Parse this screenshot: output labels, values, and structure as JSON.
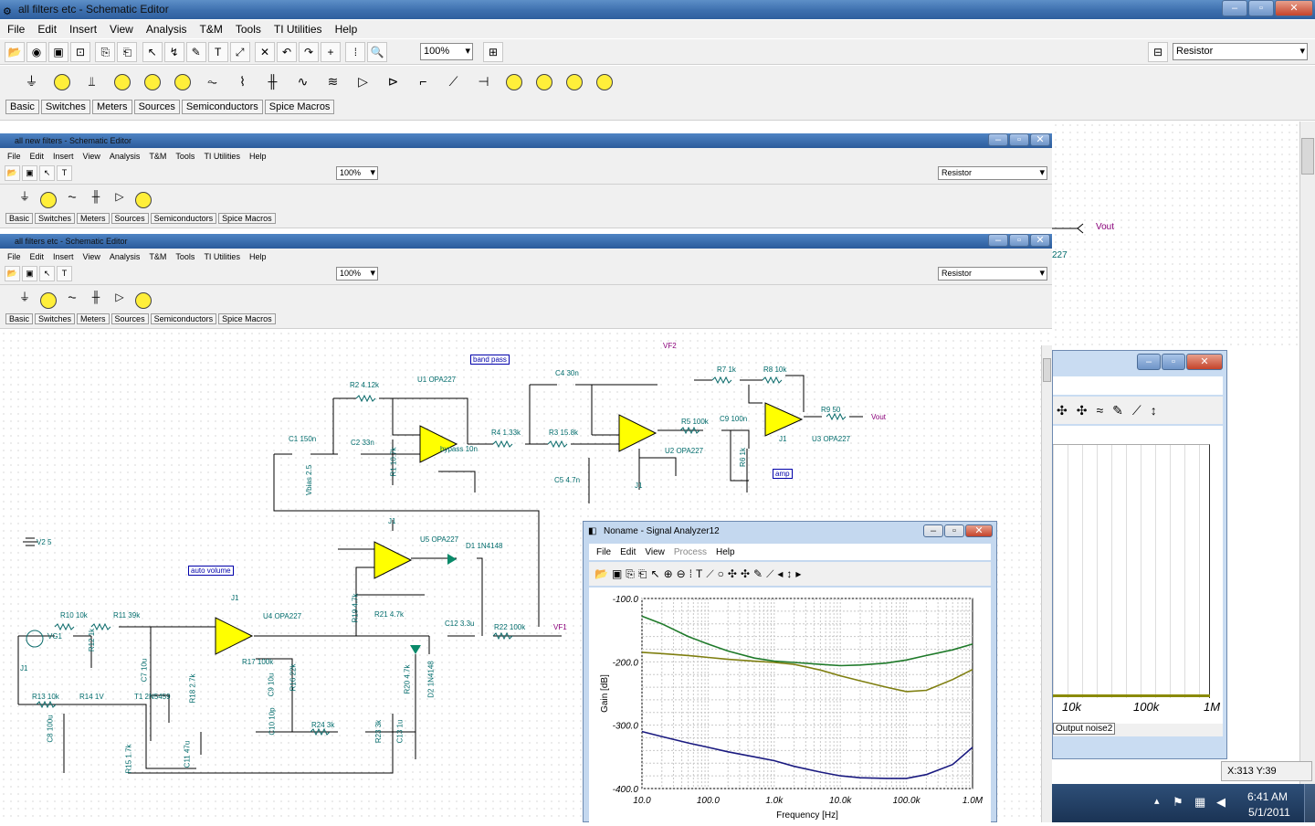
{
  "main_window": {
    "title": "all filters etc - Schematic Editor",
    "menu": [
      "File",
      "Edit",
      "Insert",
      "View",
      "Analysis",
      "T&M",
      "Tools",
      "TI Utilities",
      "Help"
    ],
    "zoom": "100%",
    "component_select": "Resistor",
    "tabs": [
      "Basic",
      "Switches",
      "Meters",
      "Sources",
      "Semiconductors",
      "Spice Macros"
    ],
    "status": "X:313 Y:39"
  },
  "sub_window_1": {
    "title": "all new filters - Schematic Editor",
    "menu": [
      "File",
      "Edit",
      "Insert",
      "View",
      "Analysis",
      "T&M",
      "Tools",
      "TI Utilities",
      "Help"
    ],
    "zoom": "100%",
    "component_select": "Resistor",
    "tabs": [
      "Basic",
      "Switches",
      "Meters",
      "Sources",
      "Semiconductors",
      "Spice Macros"
    ]
  },
  "sub_window_2": {
    "title": "all filters etc - Schematic Editor",
    "menu": [
      "File",
      "Edit",
      "Insert",
      "View",
      "Analysis",
      "T&M",
      "Tools",
      "TI Utilities",
      "Help"
    ],
    "zoom": "100%",
    "component_select": "Resistor",
    "tabs": [
      "Basic",
      "Switches",
      "Meters",
      "Sources",
      "Semiconductors",
      "Spice Macros"
    ]
  },
  "schematic": {
    "labels": {
      "band_pass": "band pass",
      "amp": "amp",
      "auto_volume": "auto volume",
      "vf2": "VF2",
      "vf1": "VF1",
      "vout": "Vout",
      "vout_bg": "Vout",
      "num227": "227",
      "r2": "R2 4.12k",
      "u1": "U1 OPA227",
      "c4": "C4 30n",
      "r7": "R7 1k",
      "r8": "R8 10k",
      "c1": "C1 150n",
      "c2": "C2 33n",
      "r1": "R1 10.7k",
      "r4": "R4 1.33k",
      "r3": "R3 15.8k",
      "r5": "R5 100k",
      "c9": "C9 100n",
      "r9": "R9 50",
      "u3": "U3 OPA227",
      "u2": "U2 OPA227",
      "c5": "C5 4.7n",
      "r6": "R6 1k",
      "vbias": "Vbias 2.5",
      "bypass": "bypass 10n",
      "v2": "V2 5",
      "j1a": "J1",
      "j1b": "J1",
      "j1c": "J1",
      "j1d": "J1",
      "j1e": "J1",
      "u5": "U5 OPA227",
      "d1": "D1 1N4148",
      "r19": "R19 4.7k",
      "r21": "R21 4.7k",
      "c12": "C12 3.3u",
      "r22": "R22 100k",
      "r10": "R10 10k",
      "r11": "R11 39k",
      "vg1": "VG1",
      "r12": "R12 1k",
      "u4": "U4 OPA227",
      "c7": "C7 10u",
      "r17": "R17 100k",
      "c9b": "C9 10u",
      "r16": "R16 22k",
      "r20": "R20 4.7k",
      "d2": "D2 1N4148",
      "r13": "R13 10k",
      "r14": "R14 1V",
      "t1": "T1 2N5459",
      "r18": "R18 2.7k",
      "c8": "C8 100u",
      "c10": "C10 10p",
      "r24": "R24 3k",
      "r23": "R23 3k",
      "c13": "C13 1u",
      "r15": "R15 1.7k",
      "c11": "C11 47u"
    }
  },
  "signal_analyzer": {
    "title": "Noname - Signal Analyzer12",
    "menu": [
      "File",
      "Edit",
      "View",
      "Process",
      "Help"
    ],
    "chart_data": {
      "type": "line",
      "xlabel": "Frequency [Hz]",
      "ylabel": "Gain [dB]",
      "x_scale": "log",
      "xlim": [
        10,
        1000000
      ],
      "ylim": [
        -400,
        -100
      ],
      "x_ticks": [
        "10.0",
        "100.0",
        "1.0k",
        "10.0k",
        "100.0k",
        "1.0M"
      ],
      "y_ticks": [
        "-100.0",
        "-200.0",
        "-300.0",
        "-400.0"
      ],
      "grid": true,
      "series": [
        {
          "color": "#1f7a2a",
          "x": [
            10,
            20,
            50,
            100,
            200,
            500,
            1000,
            2000,
            5000,
            10000,
            20000,
            50000,
            100000,
            200000,
            500000,
            1000000
          ],
          "y": [
            -128,
            -140,
            -160,
            -172,
            -183,
            -194,
            -199,
            -201,
            -204,
            -206,
            -205,
            -202,
            -197,
            -190,
            -181,
            -172
          ]
        },
        {
          "color": "#7f7f10",
          "x": [
            10,
            20,
            50,
            100,
            200,
            500,
            1000,
            2000,
            5000,
            10000,
            20000,
            50000,
            100000,
            200000,
            500000,
            1000000
          ],
          "y": [
            -185,
            -187,
            -190,
            -193,
            -196,
            -199,
            -201,
            -204,
            -213,
            -222,
            -230,
            -240,
            -247,
            -245,
            -228,
            -212
          ]
        },
        {
          "color": "#1a1a80",
          "x": [
            10,
            20,
            50,
            100,
            200,
            500,
            1000,
            2000,
            5000,
            10000,
            20000,
            50000,
            100000,
            200000,
            500000,
            1000000
          ],
          "y": [
            -310,
            -318,
            -328,
            -335,
            -342,
            -350,
            -356,
            -365,
            -374,
            -380,
            -383,
            -384,
            -384,
            -378,
            -362,
            -335
          ]
        }
      ]
    }
  },
  "right_window": {
    "x_ticks": [
      "10k",
      "100k",
      "1M"
    ],
    "tab": "Output noise2"
  },
  "taskbar": {
    "time": "6:41 AM",
    "date": "5/1/2011"
  },
  "colors": {
    "opamp": "#ffff00",
    "wire": "#000000",
    "label": "#006b6b",
    "accent": "#0000aa"
  }
}
